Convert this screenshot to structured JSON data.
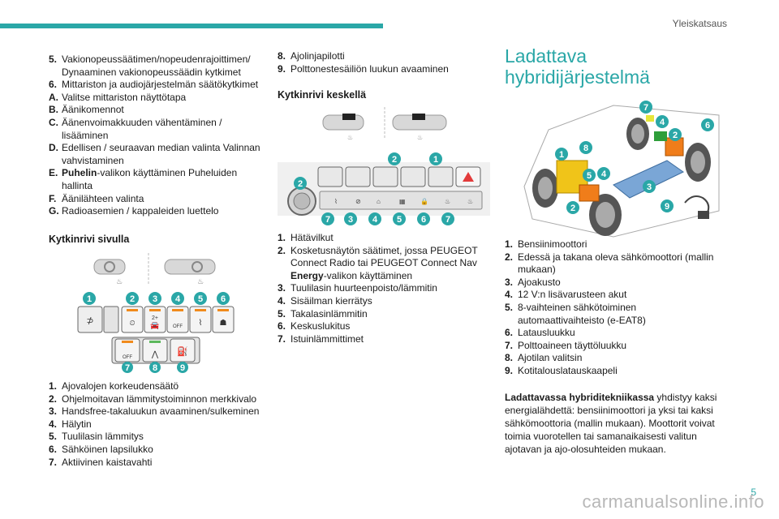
{
  "header": {
    "section": "Yleiskatsaus"
  },
  "page_number": "5",
  "watermark": "carmanualsonline.info",
  "col1_top_list": [
    {
      "k": "5.",
      "t": "Vakionopeussäätimen/nopeudenrajoittimen/ Dynaaminen vakionopeussäädin kytkimet"
    },
    {
      "k": "6.",
      "t": "Mittariston ja audiojärjestelmän säätökytkimet"
    },
    {
      "k": "A.",
      "t": "Valitse mittariston näyttötapa"
    },
    {
      "k": "B.",
      "t": "Äänikomennot"
    },
    {
      "k": "C.",
      "t": "Äänenvoimakkuuden vähentäminen / lisääminen"
    },
    {
      "k": "D.",
      "t": "Edellisen / seuraavan median valinta Valinnan vahvistaminen"
    },
    {
      "k": "E.",
      "tb": "Puhelin",
      "t": "-valikon käyttäminen Puheluiden hallinta"
    },
    {
      "k": "F.",
      "t": "Äänilähteen valinta"
    },
    {
      "k": "G.",
      "t": "Radioasemien / kappaleiden luettelo"
    }
  ],
  "sivulla": {
    "heading": "Kytkinrivi sivulla",
    "badges_top": [
      "1",
      "2",
      "3",
      "4",
      "5",
      "6"
    ],
    "badges_bottom": [
      "7",
      "8",
      "9"
    ],
    "btn_labels": {
      "off": "OFF",
      "two_plus": "2+"
    },
    "list": [
      {
        "k": "1.",
        "t": "Ajovalojen korkeudensäätö"
      },
      {
        "k": "2.",
        "t": "Ohjelmoitavan lämmitystoiminnon merkkivalo"
      },
      {
        "k": "3.",
        "t": "Handsfree-takaluukun avaaminen/sulkeminen"
      },
      {
        "k": "4.",
        "t": "Hälytin"
      },
      {
        "k": "5.",
        "t": "Tuulilasin lämmitys"
      },
      {
        "k": "6.",
        "t": "Sähköinen lapsilukko"
      },
      {
        "k": "7.",
        "t": "Aktiivinen kaistavahti"
      }
    ]
  },
  "col2_top_list": [
    {
      "k": "8.",
      "t": "Ajolinjapilotti"
    },
    {
      "k": "9.",
      "t": "Polttonestesäiliön luukun avaaminen"
    }
  ],
  "keskella": {
    "heading": "Kytkinrivi keskellä",
    "badges_top": [
      "2",
      "1"
    ],
    "badge_left": "2",
    "badges_bottom": [
      "7",
      "3",
      "4",
      "5",
      "6",
      "7"
    ],
    "list": [
      {
        "k": "1.",
        "t": "Hätävilkut"
      },
      {
        "k": "2.",
        "t": "Kosketusnäytön säätimet, jossa PEUGEOT Connect Radio tai PEUGEOT Connect Nav ",
        "tb": "Energy",
        "t2": "-valikon käyttäminen"
      },
      {
        "k": "3.",
        "t": "Tuulilasin huurteenpoisto/lämmitin"
      },
      {
        "k": "4.",
        "t": "Sisäilman kierrätys"
      },
      {
        "k": "5.",
        "t": "Takalasinlämmitin"
      },
      {
        "k": "6.",
        "t": "Keskuslukitus"
      },
      {
        "k": "7.",
        "t": "Istuinlämmittimet"
      }
    ]
  },
  "hybrid": {
    "title_line1": "Ladattava",
    "title_line2": "hybridijärjestelmä",
    "badges": [
      "7",
      "4",
      "2",
      "6",
      "1",
      "8",
      "5",
      "4",
      "3",
      "2",
      "9"
    ],
    "list": [
      {
        "k": "1.",
        "t": "Bensiinimoottori"
      },
      {
        "k": "2.",
        "t": "Edessä ja takana oleva sähkömoottori (mallin mukaan)"
      },
      {
        "k": "3.",
        "t": "Ajoakusto"
      },
      {
        "k": "4.",
        "t": "12 V:n lisävarusteen akut"
      },
      {
        "k": "5.",
        "t": "8-vaihteinen sähkötoiminen automaattivaihteisto (e-EAT8)"
      },
      {
        "k": "6.",
        "t": "Latausluukku"
      },
      {
        "k": "7.",
        "t": "Polttoaineen täyttöluukku"
      },
      {
        "k": "8.",
        "t": "Ajotilan valitsin"
      },
      {
        "k": "9.",
        "t": "Kotitalouslatauskaapeli"
      }
    ],
    "para_bold": "Ladattavassa hybriditekniikassa",
    "para_rest": " yhdistyy kaksi energialähdettä: bensiinimoottori ja yksi tai kaksi sähkömoottoria (mallin mukaan). Moottorit voivat toimia vuorotellen tai samanaikaisesti valitun ajotavan ja ajo-olosuhteiden mukaan."
  },
  "colors": {
    "accent": "#2aa7a7",
    "warning_red": "#e23b3b",
    "led_orange": "#f08a1c",
    "led_green": "#5cb85c"
  }
}
